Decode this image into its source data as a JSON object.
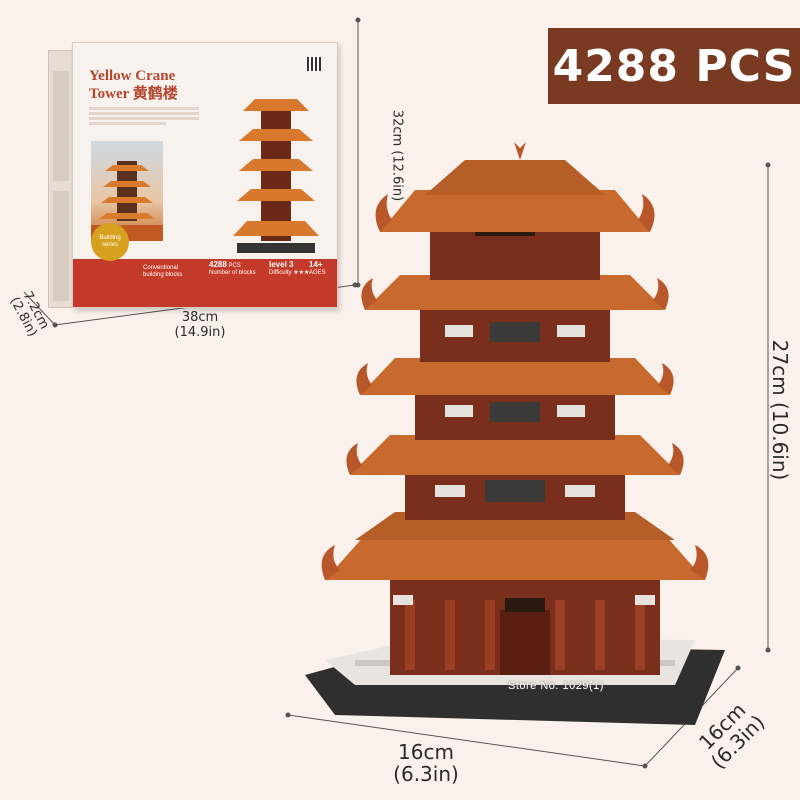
{
  "badge": {
    "text": "4288 PCS"
  },
  "box": {
    "title_line1": "Yellow Crane",
    "title_line2": "Tower 黄鹤楼",
    "series_badge": "Building series",
    "stat_type_value": "Conventional",
    "stat_type_label": "building blocks",
    "stat_count_value": "4288",
    "stat_count_unit": "PCS",
    "stat_count_label": "Number of blocks",
    "stat_level_value": "level 3",
    "stat_level_label": "Difficulty ★★★",
    "stat_age_value": "14+",
    "stat_age_label": "AGES"
  },
  "dimensions": {
    "box_width": "38cm",
    "box_width_in": "(14.9in)",
    "box_height": "32cm (12.6in)",
    "box_depth": "7.2cm",
    "box_depth_in": "(2.8in)",
    "model_width": "16cm",
    "model_width_in": "(6.3in)",
    "model_height": "27cm (10.6in)",
    "model_depth": "16cm",
    "model_depth_in": "(6.3in)"
  },
  "store_tag": "Store No. 1029(1)",
  "colors": {
    "badge_bg": "#7a3a22",
    "roof": "#c86a2e",
    "wall": "#8a3a22",
    "base": "#2f2f2f",
    "box_red": "#c43a2a"
  }
}
